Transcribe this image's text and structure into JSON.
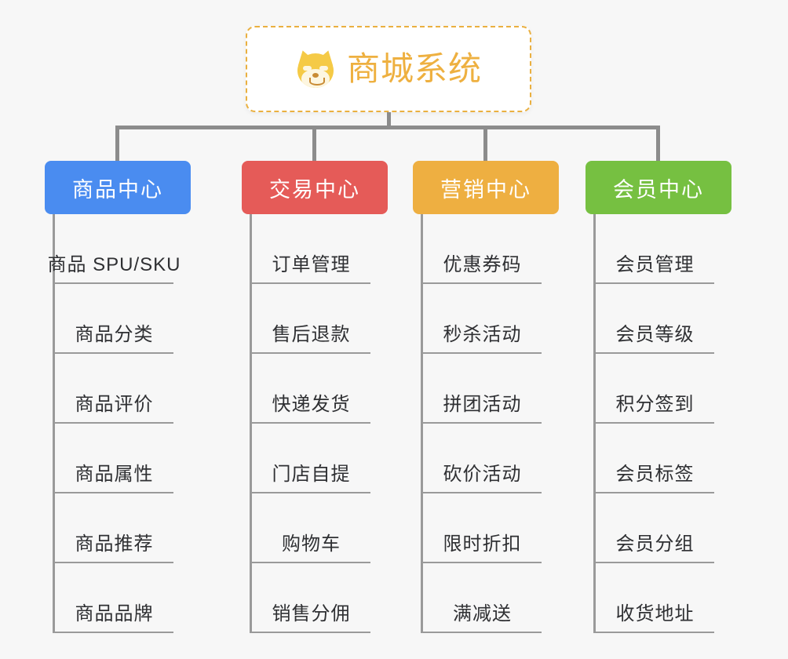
{
  "canvas": {
    "background": "#f7f7f7",
    "connector_color": "#8c8c8c"
  },
  "root": {
    "title": "商城系统",
    "icon": "shiba-dog-face-icon",
    "text_color": "#eeb040",
    "border_color": "#eab040",
    "background": "#ffffff"
  },
  "columns": [
    {
      "category": "商品中心",
      "color": "#4a8cf0",
      "leaves": [
        "商品 SPU/SKU",
        "商品分类",
        "商品评价",
        "商品属性",
        "商品推荐",
        "商品品牌"
      ]
    },
    {
      "category": "交易中心",
      "color": "#e55b58",
      "leaves": [
        "订单管理",
        "售后退款",
        "快递发货",
        "门店自提",
        "购物车",
        "销售分佣"
      ]
    },
    {
      "category": "营销中心",
      "color": "#eeaf41",
      "leaves": [
        "优惠券码",
        "秒杀活动",
        "拼团活动",
        "砍价活动",
        "限时折扣",
        "满减送"
      ]
    },
    {
      "category": "会员中心",
      "color": "#76c041",
      "leaves": [
        "会员管理",
        "会员等级",
        "积分签到",
        "会员标签",
        "会员分组",
        "收货地址"
      ]
    }
  ]
}
